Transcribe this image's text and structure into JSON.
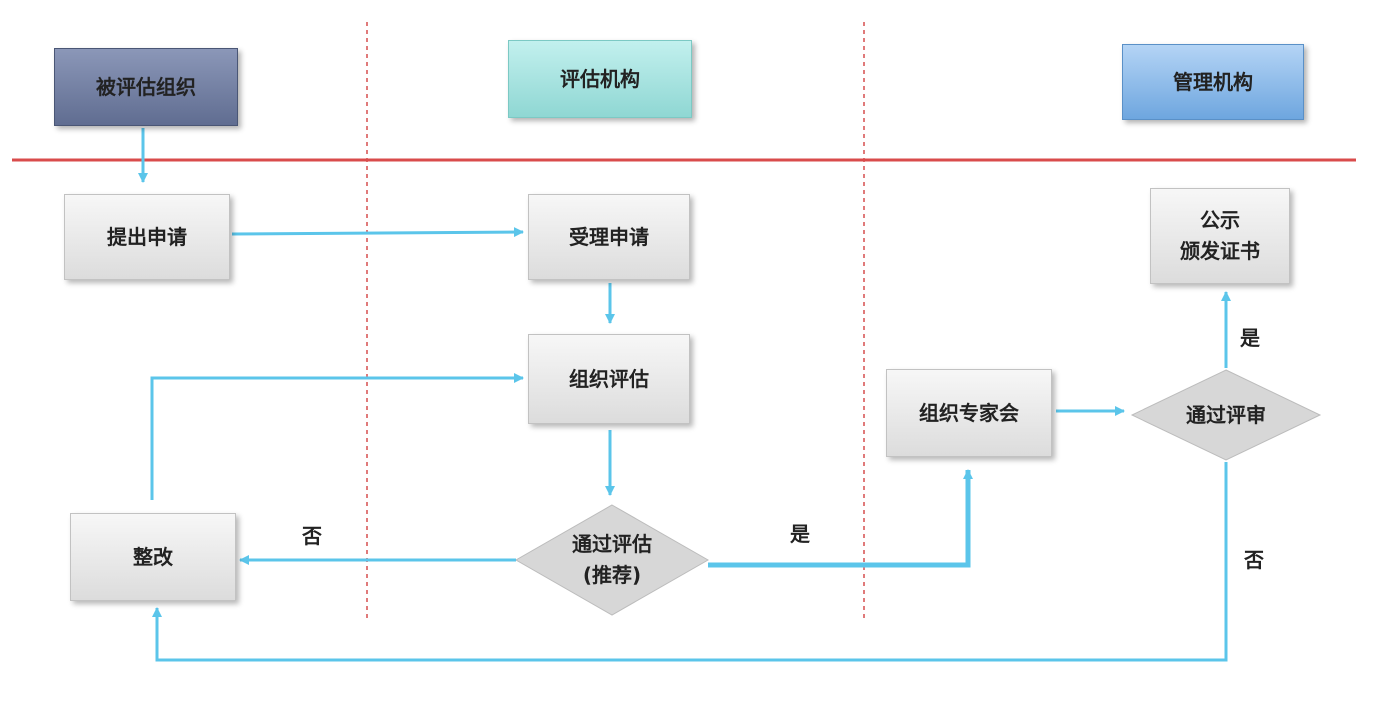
{
  "swimlanes": {
    "applicant": "被评估组织",
    "evaluator": "评估机构",
    "authority": "管理机构"
  },
  "nodes": {
    "submit": "提出申请",
    "accept": "受理申请",
    "organize_eval": "组织评估",
    "pass_eval_line1": "通过评估",
    "pass_eval_line2": "(推荐)",
    "rectify": "整改",
    "expert_panel": "组织专家会",
    "pass_review": "通过评审",
    "publish_line1": "公示",
    "publish_line2": "颁发证书"
  },
  "edge_labels": {
    "eval_no": "否",
    "eval_yes": "是",
    "review_yes": "是",
    "review_no": "否"
  },
  "colors": {
    "arrow": "#5bc5ea",
    "header_divider": "#d94b4b",
    "lane_divider": "#e07a7a"
  }
}
